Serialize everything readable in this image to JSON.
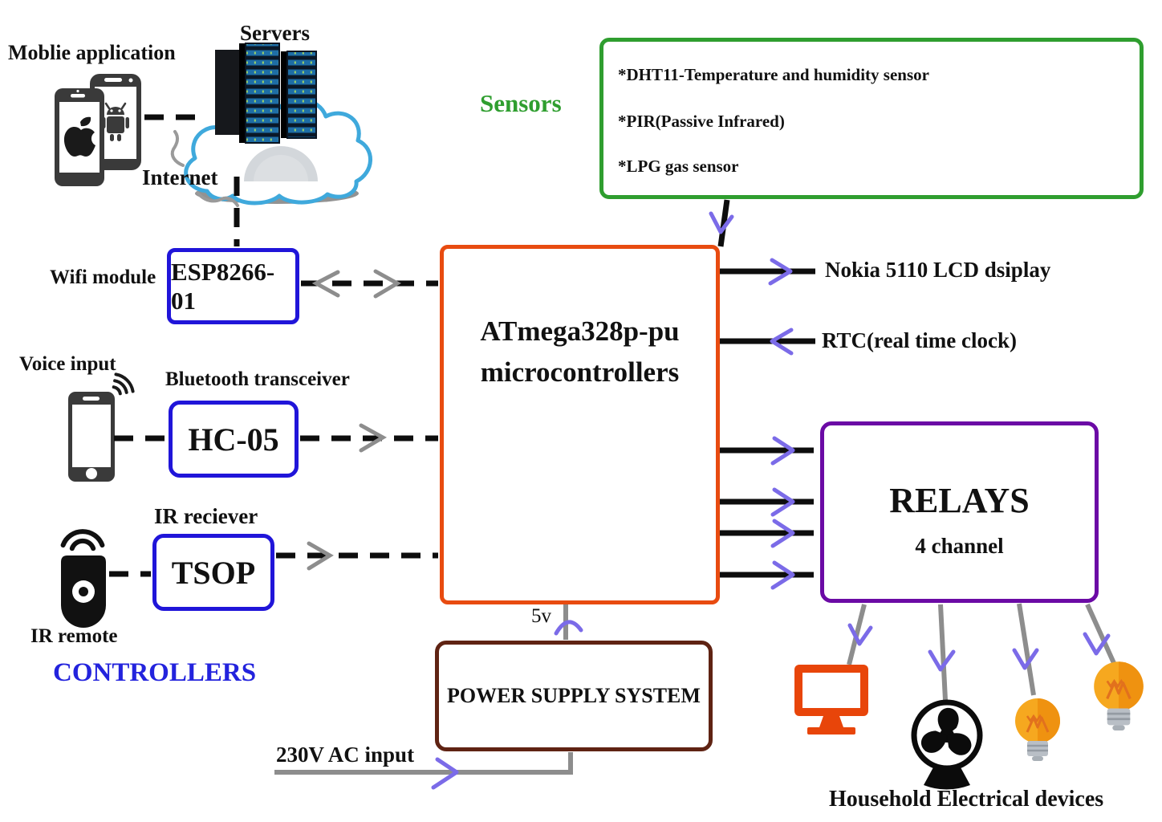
{
  "cloud_section": {
    "mobile_app_label": "Moblie application",
    "servers_label": "Servers",
    "internet_label": "Internet"
  },
  "wifi": {
    "label": "Wifi module",
    "box": "ESP8266-01"
  },
  "sensors": {
    "title": "Sensors",
    "items": [
      "*DHT11-Temperature and humidity sensor",
      "*PIR(Passive Infrared)",
      "*LPG gas sensor"
    ]
  },
  "mcu": {
    "line1": "ATmega328p-pu",
    "line2": "microcontrollers"
  },
  "outputs": {
    "lcd_label": "Nokia 5110 LCD dsiplay",
    "rtc_label": "RTC(real time clock)"
  },
  "bluetooth": {
    "voice_label": "Voice input",
    "heading": "Bluetooth transceiver",
    "box": "HC-05"
  },
  "ir": {
    "heading": "IR reciever",
    "box": "TSOP",
    "remote_label": "IR remote"
  },
  "controllers_label": "CONTROLLERS",
  "power": {
    "box": "POWER SUPPLY SYSTEM",
    "five_v": "5v",
    "ac_label": "230V AC input"
  },
  "relays": {
    "title": "RELAYS",
    "subtitle": "4 channel"
  },
  "household_label": "Household Electrical devices",
  "colors": {
    "box_blue": "#2015d9",
    "box_orange": "#e84b10",
    "box_green": "#2f9e2f",
    "box_purple": "#6b0aa5",
    "box_maroon": "#5f2313",
    "controllers_text": "#2323dd",
    "sensors_text": "#2f9e2f",
    "arrow_purple": "#7b6be8",
    "line_gray": "#8d8d8d",
    "device_orange": "#e8450a",
    "bulb_yellow": "#f6a81f"
  }
}
